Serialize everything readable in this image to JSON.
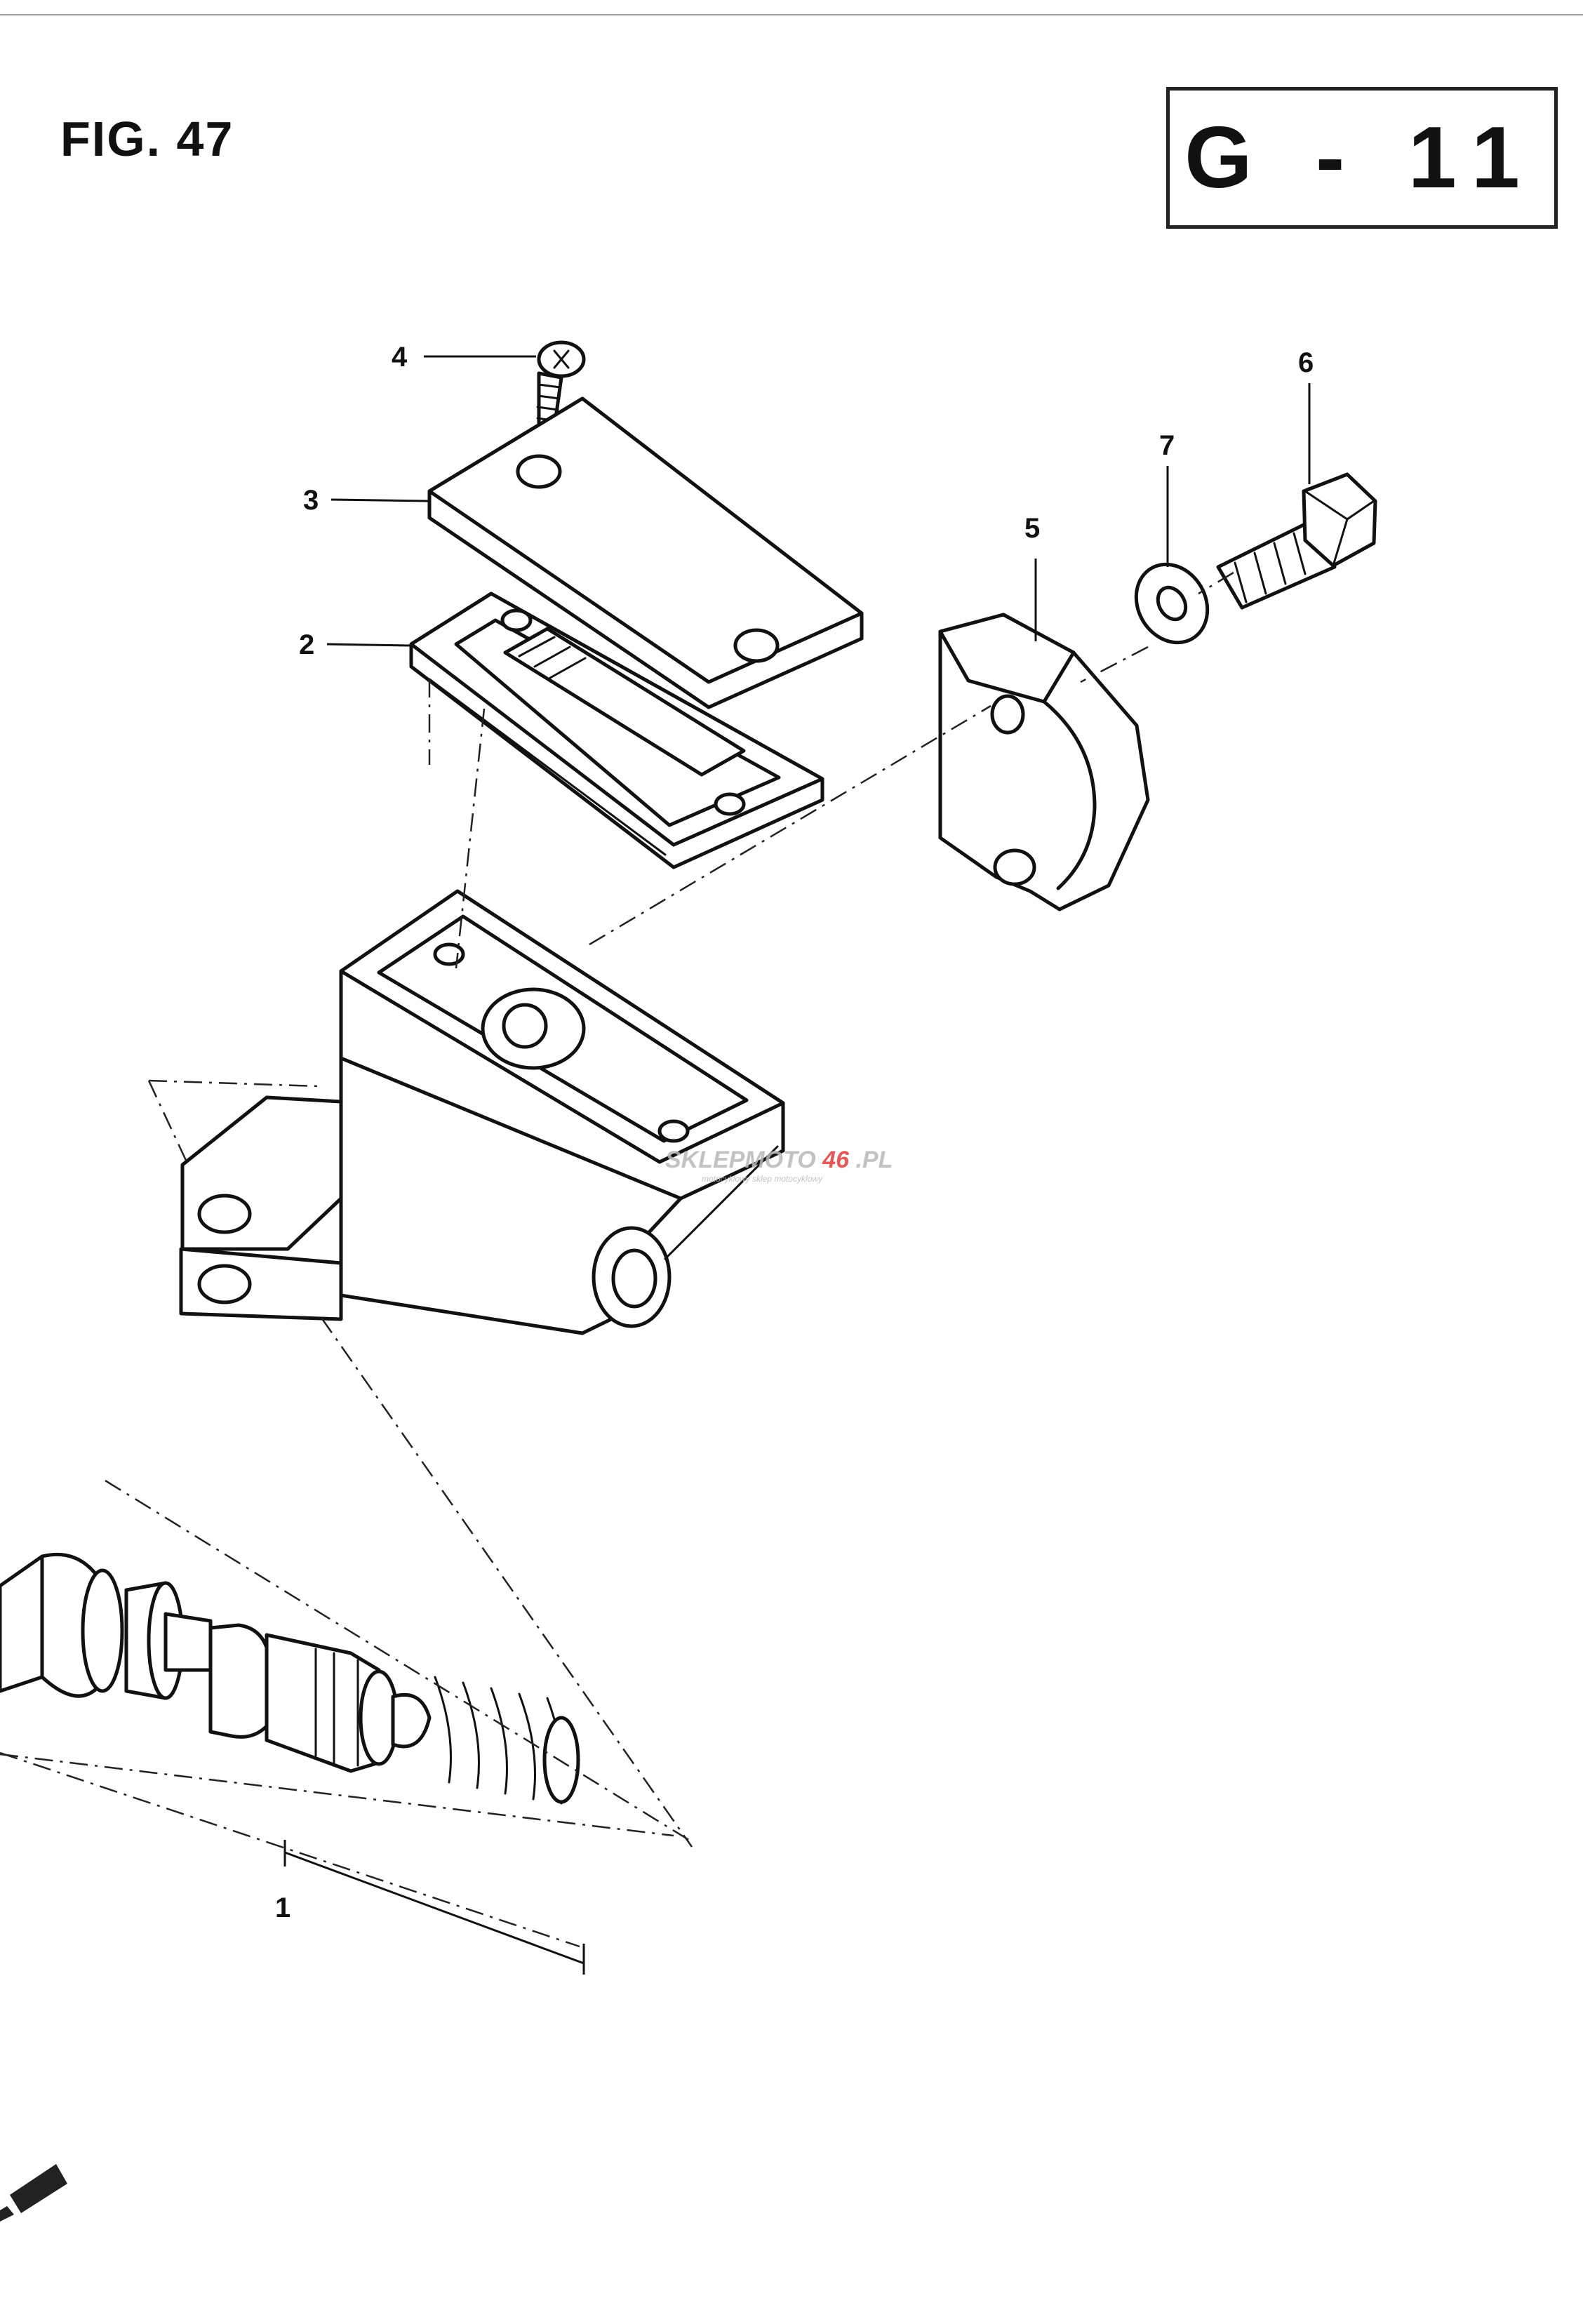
{
  "header": {
    "figure_label": "FIG. 47",
    "section_code": "G - 11"
  },
  "callouts": [
    {
      "id": "1",
      "label": "1"
    },
    {
      "id": "2",
      "label": "2"
    },
    {
      "id": "3",
      "label": "3"
    },
    {
      "id": "4",
      "label": "4"
    },
    {
      "id": "5",
      "label": "5"
    },
    {
      "id": "6",
      "label": "6"
    },
    {
      "id": "7",
      "label": "7"
    }
  ],
  "watermark": {
    "text_main": "SKLEPMOTO",
    "text_badge": "46",
    "text_suffix": ".PL",
    "text_sub": "motocyklowy sklep motocyklowy",
    "color_gray": "#b8b8b8",
    "color_red": "#e23a3a"
  },
  "colors": {
    "ink": "#111111",
    "paper": "#ffffff",
    "rule": "#9a9a9a"
  }
}
